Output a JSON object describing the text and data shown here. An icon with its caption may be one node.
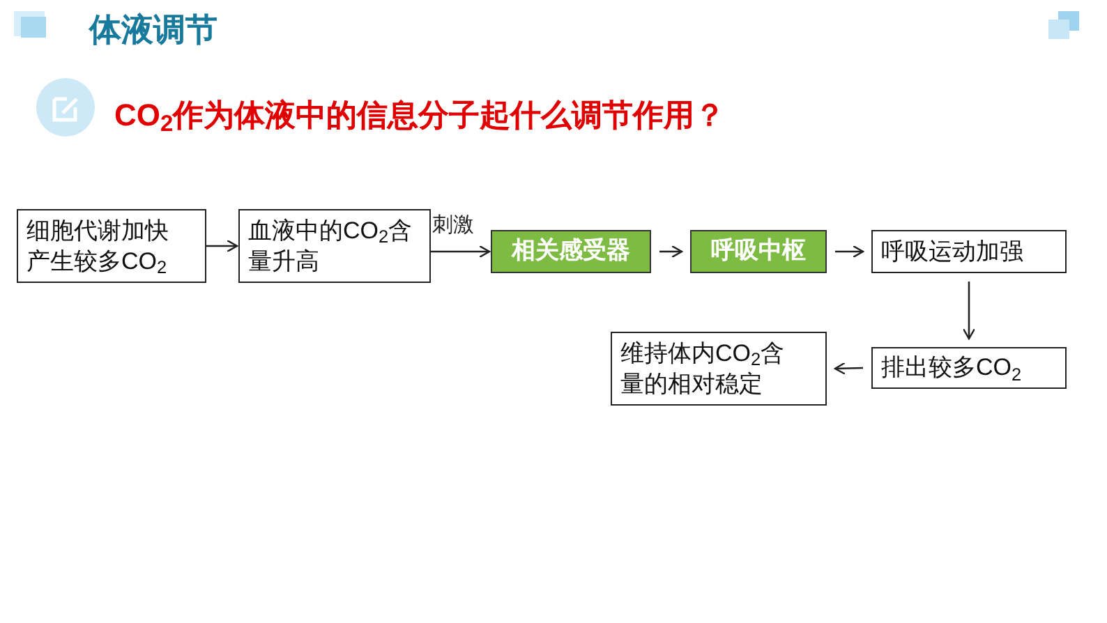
{
  "diagram": {
    "title": "体液调节",
    "nodes": [
      {
        "text": [
          "细胞代谢加快产生较多CO$_{2}$"
        ]
      },
      {
        "text": [
          "血液中的CO$_{2}$含量升高"
        ]
      },
      {
        "text": [
          "相关感受器"
        ]
      },
      {
        "text": [
          "呼吸中枢"
        ]
      },
      {
        "text": [
          "呼吸运动加强"
        ]
      },
      {
        "text": [
          "排出较多CO$_{2}$"
        ]
      },
      {
        "text": [
          "维持体内CO$_{2}$含量的相对稳定"
        ]
      }
    ],
    "edges": [
      {
        "from": 0,
        "to": 1,
        "arrow": "to"
      },
      {
        "from": 1,
        "to": 2,
        "arrow": "to",
        "label": "刺激"
      },
      {
        "from": 2,
        "to": 3,
        "arrow": "to"
      },
      {
        "from": 3,
        "to": 4,
        "arrow": "to"
      },
      {
        "from": 4,
        "to": 5,
        "arrow": "to"
      },
      {
        "from": 5,
        "to": 6,
        "arrow": "to"
      }
    ],
    "labels": [
      "CO$_{2}$作为体液中的信息分子起什么调节作用？"
    ]
  }
}
